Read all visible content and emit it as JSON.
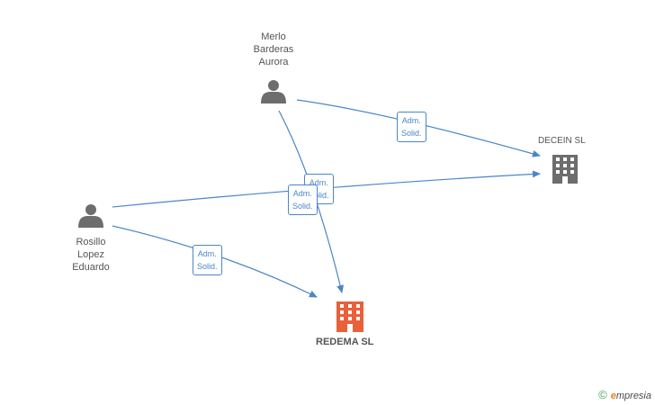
{
  "persons": [
    {
      "id": "merlo",
      "name_lines": [
        "Merlo",
        "Barderas",
        "Aurora"
      ]
    },
    {
      "id": "rosillo",
      "name_lines": [
        "Rosillo",
        "Lopez",
        "Eduardo"
      ]
    }
  ],
  "companies": [
    {
      "id": "decein",
      "name": "DECEIN SL",
      "color": "#6d6d6d"
    },
    {
      "id": "redema",
      "name": "REDEMA SL",
      "color": "#e8613a"
    }
  ],
  "edges": [
    {
      "from": "merlo",
      "to": "decein",
      "label_lines": [
        "Adm.",
        "Solid."
      ]
    },
    {
      "from": "merlo",
      "to": "redema",
      "label_lines": [
        "Adm.",
        "Solid."
      ]
    },
    {
      "from": "rosillo",
      "to": "decein",
      "label_lines": [
        "Adm.",
        "Solid."
      ]
    },
    {
      "from": "rosillo",
      "to": "redema",
      "label_lines": [
        "Adm.",
        "Solid."
      ]
    }
  ],
  "colors": {
    "edge": "#4a86c8",
    "person": "#6d6d6d"
  },
  "footer": {
    "copyright": "©",
    "brand_first": "e",
    "brand_rest": "mpresia"
  }
}
